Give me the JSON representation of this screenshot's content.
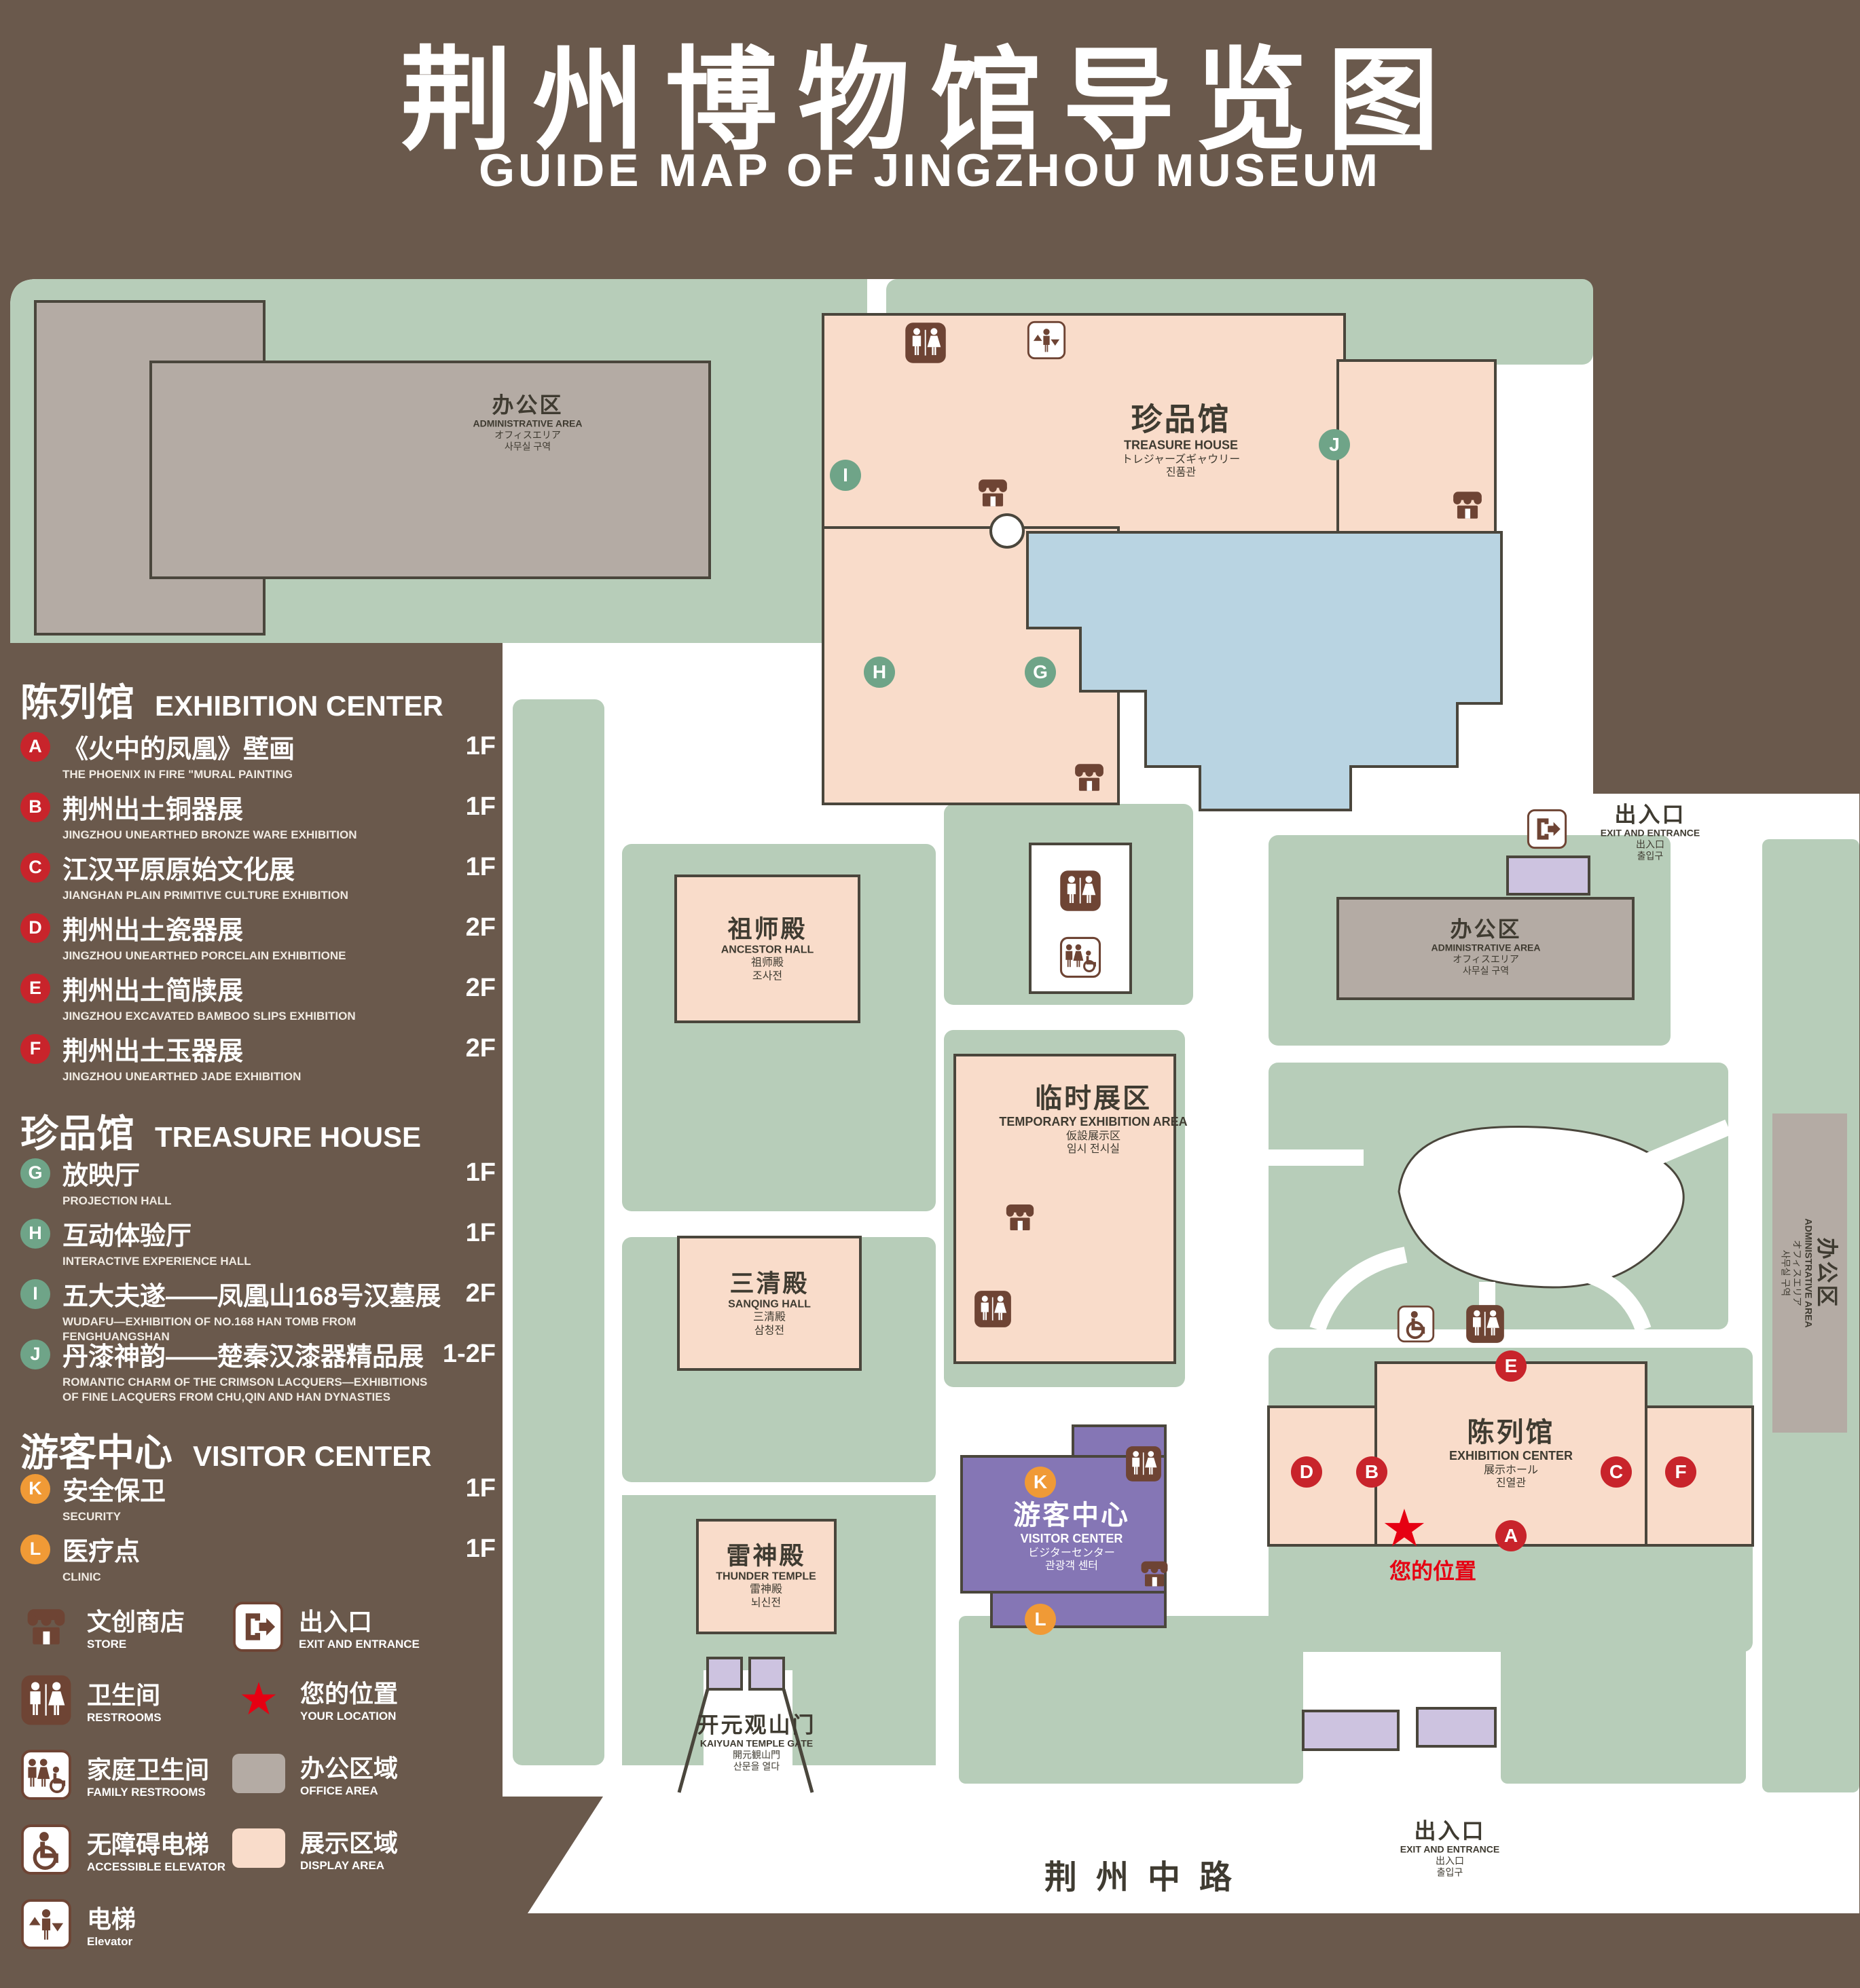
{
  "header": {
    "title": "荆州博物馆导览图",
    "subtitle": "GUIDE MAP OF JINGZHOU MUSEUM"
  },
  "legend": {
    "sections": [
      {
        "title_zh": "陈列馆",
        "title_en": "EXHIBITION CENTER",
        "items": [
          {
            "letter": "A",
            "zh": "《火中的凤凰》壁画",
            "en": "THE PHOENIX IN FIRE \"MURAL PAINTING",
            "floor": "1F"
          },
          {
            "letter": "B",
            "zh": "荆州出土铜器展",
            "en": "JINGZHOU UNEARTHED BRONZE WARE EXHIBITION",
            "floor": "1F"
          },
          {
            "letter": "C",
            "zh": "江汉平原原始文化展",
            "en": "JIANGHAN PLAIN PRIMITIVE CULTURE EXHIBITION",
            "floor": "1F"
          },
          {
            "letter": "D",
            "zh": "荆州出土瓷器展",
            "en": "JINGZHOU UNEARTHED PORCELAIN EXHIBITIONE",
            "floor": "2F"
          },
          {
            "letter": "E",
            "zh": "荆州出土简牍展",
            "en": "JINGZHOU EXCAVATED BAMBOO SLIPS EXHIBITION",
            "floor": "2F"
          },
          {
            "letter": "F",
            "zh": "荆州出土玉器展",
            "en": "JINGZHOU UNEARTHED JADE EXHIBITION",
            "floor": "2F"
          }
        ]
      },
      {
        "title_zh": "珍品馆",
        "title_en": "TREASURE HOUSE",
        "items": [
          {
            "letter": "G",
            "zh": "放映厅",
            "en": "PROJECTION HALL",
            "floor": "1F"
          },
          {
            "letter": "H",
            "zh": "互动体验厅",
            "en": "INTERACTIVE EXPERIENCE HALL",
            "floor": "1F"
          },
          {
            "letter": "I",
            "zh": "五大夫遂——凤凰山168号汉墓展",
            "en": "WUDAFU—EXHIBITION OF NO.168 HAN TOMB FROM FENGHUANGSHAN",
            "floor": "2F"
          },
          {
            "letter": "J",
            "zh": "丹漆神韵——楚秦汉漆器精品展",
            "en": "ROMANTIC CHARM OF THE CRIMSON LACQUERS—EXHIBITIONS OF FINE LACQUERS FROM CHU,QIN AND HAN DYNASTIES",
            "floor": "1-2F"
          }
        ]
      },
      {
        "title_zh": "游客中心",
        "title_en": "VISITOR CENTER",
        "items": [
          {
            "letter": "K",
            "zh": "安全保卫",
            "en": "SECURITY",
            "floor": "1F"
          },
          {
            "letter": "L",
            "zh": "医疗点",
            "en": "CLINIC",
            "floor": "1F"
          }
        ]
      }
    ],
    "symbols": [
      {
        "zh": "文创商店",
        "en": "STORE"
      },
      {
        "zh": "出入口",
        "en": "EXIT AND ENTRANCE"
      },
      {
        "zh": "卫生间",
        "en": "RESTROOMS"
      },
      {
        "zh": "您的位置",
        "en": "YOUR LOCATION"
      },
      {
        "zh": "家庭卫生间",
        "en": "FAMILY RESTROOMS"
      },
      {
        "zh": "办公区域",
        "en": "OFFICE AREA"
      },
      {
        "zh": "无障碍电梯",
        "en": "ACCESSIBLE ELEVATOR"
      },
      {
        "zh": "展示区域",
        "en": "DISPLAY AREA"
      },
      {
        "zh": "电梯",
        "en": "Elevator"
      }
    ]
  },
  "map": {
    "labels": {
      "admin_top": {
        "zh": "办公区",
        "en": "ADMINISTRATIVE AREA",
        "ja": "オフィスエリア",
        "ko": "사무실 구역"
      },
      "admin_mid": {
        "zh": "办公区",
        "en": "ADMINISTRATIVE AREA",
        "ja": "オフィスエリア",
        "ko": "사무실 구역"
      },
      "admin_right": {
        "zh": "办公区",
        "en": "ADMINISTRATIVE AREA",
        "ja": "オフィスエリア",
        "ko": "사무실 구역"
      },
      "treasure_house": {
        "zh": "珍品馆",
        "en": "TREASURE HOUSE",
        "ja": "トレジャーズギャウリー",
        "ko": "진품관"
      },
      "ancestor_hall": {
        "zh": "祖师殿",
        "en": "ANCESTOR HALL",
        "ja": "祖师殿",
        "ko": "조사전"
      },
      "sanqing_hall": {
        "zh": "三清殿",
        "en": "SANQING HALL",
        "ja": "三清殿",
        "ko": "삼청전"
      },
      "thunder_temple": {
        "zh": "雷神殿",
        "en": "THUNDER TEMPLE",
        "ja": "雷神殿",
        "ko": "뇌신전"
      },
      "temporary_exhibition": {
        "zh": "临时展区",
        "en": "TEMPORARY EXHIBITION AREA",
        "ja": "仮設展示区",
        "ko": "임시 전시실"
      },
      "exhibition_center": {
        "zh": "陈列馆",
        "en": "EXHIBITION CENTER",
        "ja": "展示ホール",
        "ko": "진열관"
      },
      "visitor_center": {
        "zh": "游客中心",
        "en": "VISITOR CENTER",
        "ja": "ビジターセンター",
        "ko": "관광객 센터"
      },
      "kaiyuan_gate": {
        "zh": "开元观山门",
        "en": "KAIYUAN TEMPLE GATE",
        "ja": "開元観山門",
        "ko": "산문을 열다"
      },
      "exit_top": {
        "zh": "出入口",
        "en": "EXIT AND ENTRANCE",
        "ja": "出入口",
        "ko": "출입구"
      },
      "exit_bottom": {
        "zh": "出入口",
        "en": "EXIT AND ENTRANCE",
        "ja": "出入口",
        "ko": "출입구"
      },
      "your_location": "您的位置",
      "road": "荆州中路"
    },
    "markers": {
      "A": "A",
      "B": "B",
      "C": "C",
      "D": "D",
      "E": "E",
      "F": "F",
      "G": "G",
      "H": "H",
      "I": "I",
      "J": "J",
      "K": "K",
      "L": "L"
    }
  },
  "colors": {
    "background": "#6a594c",
    "grounds_green": "#b7cdb9",
    "display_area_pink": "#f9dcca",
    "office_area_gray": "#b4aba4",
    "lake_blue": "#b9d4e2",
    "visitor_purple": "#8576b5",
    "entrance_lavender": "#cdc3e0",
    "badge_red": "#c8242b",
    "badge_green": "#6fa488",
    "badge_orange": "#f09a36",
    "icon_brown": "#6e4434",
    "location_red": "#e60012"
  }
}
